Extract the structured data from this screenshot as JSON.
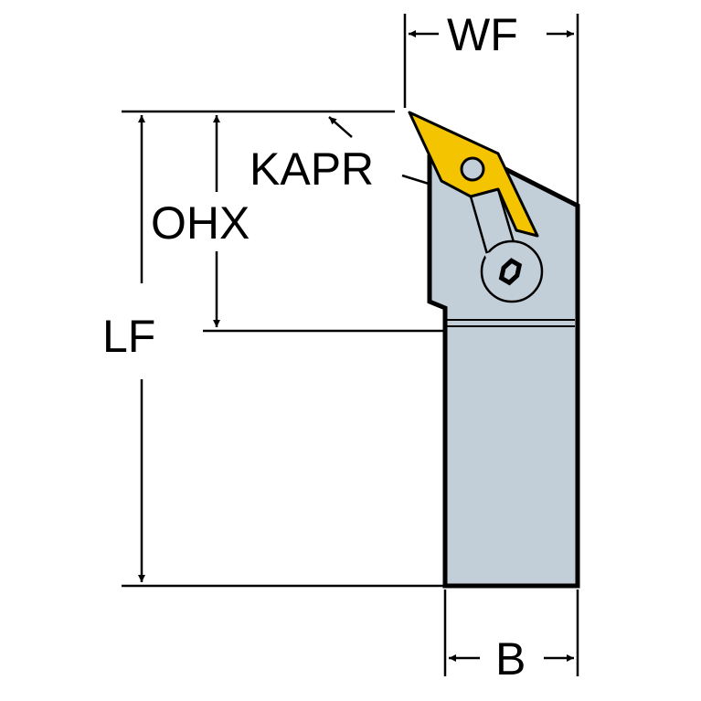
{
  "labels": {
    "wf": "WF",
    "kapr": "KAPR",
    "ohx": "OHX",
    "lf": "LF",
    "b": "B"
  },
  "colors": {
    "insert": "#F5C400",
    "holder": "#C2CED8",
    "line": "#000000"
  }
}
